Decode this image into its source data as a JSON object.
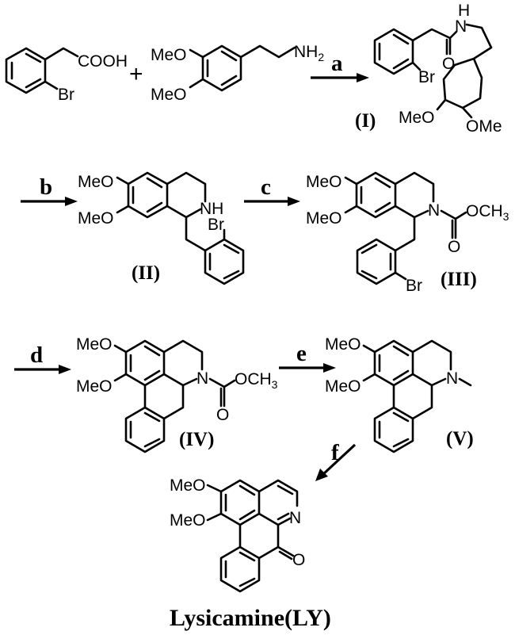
{
  "scheme": {
    "reactants": {
      "acid": {
        "substituent_1": "COOH",
        "substituent_2": "Br"
      },
      "amine": {
        "methoxy_1": "MeO",
        "methoxy_2": "MeO",
        "amine_group": "NH",
        "amine_sub": "2"
      }
    },
    "plus_sign": "+",
    "steps": [
      {
        "id": "a",
        "label": "a"
      },
      {
        "id": "b",
        "label": "b"
      },
      {
        "id": "c",
        "label": "c"
      },
      {
        "id": "d",
        "label": "d"
      },
      {
        "id": "e",
        "label": "e"
      },
      {
        "id": "f",
        "label": "f"
      }
    ],
    "compounds": {
      "I": {
        "label": "(I)",
        "atoms": {
          "nh_h": "H",
          "nh_n": "N",
          "o": "O",
          "br": "Br",
          "meo": "MeO",
          "ome": "OMe"
        }
      },
      "II": {
        "label": "(II)",
        "atoms": {
          "meo1": "MeO",
          "meo2": "MeO",
          "nh": "NH",
          "br": "Br"
        }
      },
      "III": {
        "label": "(III)",
        "atoms": {
          "meo1": "MeO",
          "meo2": "MeO",
          "n": "N",
          "och": "OCH",
          "och_sub": "3",
          "o": "O",
          "br": "Br"
        }
      },
      "IV": {
        "label": "(IV)",
        "atoms": {
          "meo1": "MeO",
          "meo2": "MeO",
          "n": "N",
          "och": "OCH",
          "och_sub": "3",
          "o": "O"
        }
      },
      "V": {
        "label": "(V)",
        "atoms": {
          "meo1": "MeO",
          "meo2": "MeO",
          "n": "N"
        }
      },
      "LY": {
        "label": "Lysicamine(LY)",
        "atoms": {
          "meo1": "MeO",
          "meo2": "MeO",
          "n": "N",
          "o": "O"
        }
      }
    }
  }
}
